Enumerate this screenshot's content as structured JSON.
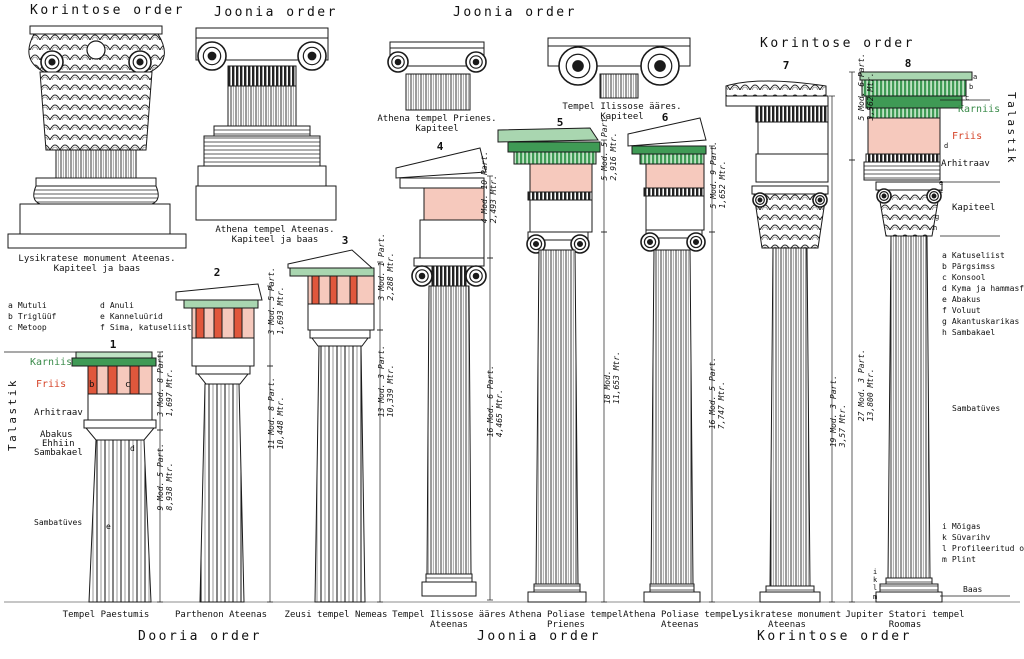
{
  "top_titles": {
    "korintose_left": "Korintose order",
    "joonia_left": "Joonia order",
    "joonia_center": "Joonia order",
    "korintose_right": "Korintose order"
  },
  "bottom_titles": {
    "dooria": "Dooria order",
    "joonia": "Joonia order",
    "korintose": "Korintose order"
  },
  "capital_captions": {
    "lysikrates": [
      "Lysikratese monument Ateenas.",
      "Kapiteel ja baas"
    ],
    "athena_ateenas": [
      "Athena tempel Ateenas.",
      "Kapiteel ja baas"
    ],
    "athena_prienes": [
      "Athena tempel Prienes.",
      "Kapiteel"
    ],
    "ilissos": [
      "Tempel Ilissose ääres.",
      "Kapiteel"
    ]
  },
  "column_numbers": [
    "1",
    "2",
    "3",
    "4",
    "5",
    "6",
    "7",
    "8"
  ],
  "column_captions": [
    [
      "Tempel Paestumis"
    ],
    [
      "Parthenon Ateenas"
    ],
    [
      "Zeusi tempel Nemeas"
    ],
    [
      "Tempel Ilissose ääres",
      "Ateenas"
    ],
    [
      "Athena Poliase tempel",
      "Prienes"
    ],
    [
      "Athena Poliase tempel",
      "Ateenas"
    ],
    [
      "Lysikratese monument",
      "Ateenas"
    ],
    [
      "Jupiter Statori tempel",
      "Roomas"
    ]
  ],
  "left_parts": {
    "talastik": "Talastik",
    "karniis": "Karniis",
    "friis": "Friis",
    "arhitraav": "Arhitraav",
    "abakus": "Abakus",
    "ehhiin": "Ehhiin",
    "sambakael": "Sambakael",
    "sambatuves": "Sambatüves",
    "letters": [
      "b",
      "c",
      "d",
      "e"
    ]
  },
  "right_parts": {
    "talastik": "Talastik",
    "karniis": "Karniis",
    "friis": "Friis",
    "arhitraav": "Arhitraav",
    "kapiteel": "Kapiteel",
    "sambatuves": "Sambatüves",
    "baas": "Baas",
    "letters": [
      "a",
      "b",
      "c",
      "d",
      "e",
      "f",
      "g",
      "h",
      "i",
      "k",
      "l",
      "m"
    ]
  },
  "legend_doric": [
    [
      "a",
      "Mutuli"
    ],
    [
      "b",
      "Triglüüf"
    ],
    [
      "c",
      "Metoop"
    ],
    [
      "d",
      "Anuli"
    ],
    [
      "e",
      "Kanneluürid"
    ],
    [
      "f",
      "Sima, katuseliist"
    ]
  ],
  "legend_corinthian_top": [
    [
      "a",
      "Katuseliist"
    ],
    [
      "b",
      "Pärgsimss"
    ],
    [
      "c",
      "Konsool"
    ],
    [
      "d",
      "Kyma ja hammasfriis"
    ],
    [
      "e",
      "Abakus"
    ],
    [
      "f",
      "Voluut"
    ],
    [
      "g",
      "Akantuskarikas"
    ],
    [
      "h",
      "Sambakael"
    ]
  ],
  "legend_corinthian_bottom": [
    [
      "i",
      "Mõigas"
    ],
    [
      "k",
      "Süvarihv"
    ],
    [
      "l",
      "Profileeritud osa"
    ],
    [
      "m",
      "Plint"
    ]
  ],
  "measurements": [
    [
      "3 Mod. 8 Part.",
      "1,697 Mtr."
    ],
    [
      "9 Mod. 5 Part.",
      "8,938 Mtr."
    ],
    [
      "3 Mod. 5 Part.",
      "1,693 Mtr."
    ],
    [
      "11 Mod. 8 Part.",
      "10,448 Mtr."
    ],
    [
      "3 Mod. 1 Part.",
      "2,288 Mtr."
    ],
    [
      "13 Mod. 3 Part.",
      "10,339 Mtr."
    ],
    [
      "4 Mod. 10 Part.",
      "2,493 Mtr."
    ],
    [
      "16 Mod. 6 Part.",
      "4,465 Mtr."
    ],
    [
      "5 Mod. 5 Part.",
      "2,916 Mtr."
    ],
    [
      "18 Mod.",
      "11,653 Mtr."
    ],
    [
      "5 Mod. 9 Part.",
      "1,652 Mtr."
    ],
    [
      "16 Mod. 5 Part.",
      "7,747 Mtr."
    ],
    [
      "19 Mod. 3 Part.",
      "3,57 Mtr."
    ],
    [
      "5 Mod. 6 Part.",
      "3,562 Mtr."
    ],
    [
      "27 Mod. 3 Part.",
      "13,800 Mtr."
    ]
  ],
  "colors": {
    "ink": "#1a1a1a",
    "cornice_green": "#3f9a55",
    "frieze_red": "#e0573c",
    "light_green": "#a9d6b0",
    "light_red": "#f6c9bd"
  }
}
